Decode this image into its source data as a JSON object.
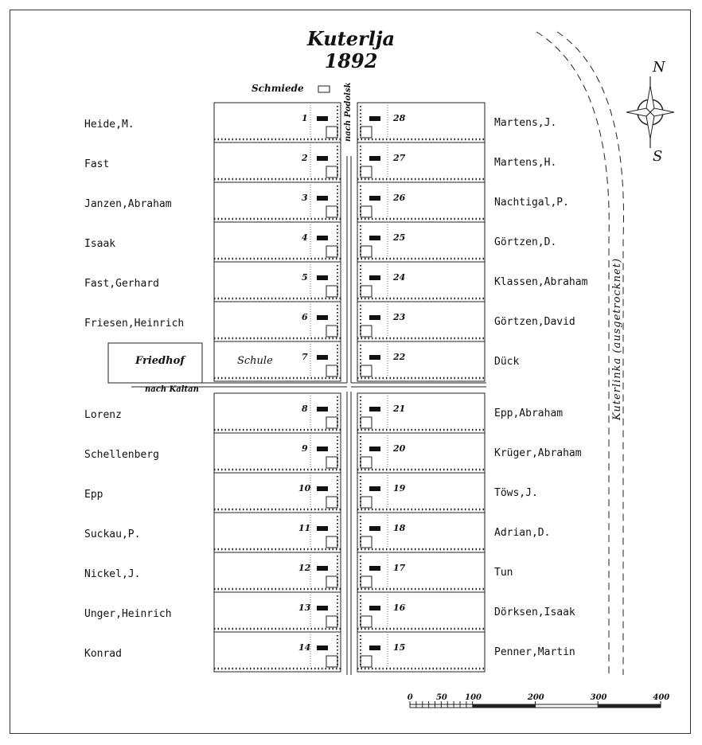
{
  "title": "Kuterlja",
  "year": "1892",
  "labels": {
    "schmiede": "Schmiede",
    "road_north": "nach Podolsk",
    "road_west": "nach Kaltan",
    "school": "Schule",
    "cemetery": "Friedhof",
    "river": "Kuterlinka (ausgetrocknet)",
    "north": "N",
    "south": "S"
  },
  "left_plots": [
    {
      "num": "1",
      "owner": "Heide,M."
    },
    {
      "num": "2",
      "owner": "Fast"
    },
    {
      "num": "3",
      "owner": "Janzen,Abraham"
    },
    {
      "num": "4",
      "owner": "Isaak"
    },
    {
      "num": "5",
      "owner": "Fast,Gerhard"
    },
    {
      "num": "6",
      "owner": "Friesen,Heinrich"
    },
    {
      "num": "7",
      "owner": ""
    },
    {
      "num": "8",
      "owner": "Lorenz"
    },
    {
      "num": "9",
      "owner": "Schellenberg"
    },
    {
      "num": "10",
      "owner": "Epp"
    },
    {
      "num": "11",
      "owner": "Suckau,P."
    },
    {
      "num": "12",
      "owner": "Nickel,J."
    },
    {
      "num": "13",
      "owner": "Unger,Heinrich"
    },
    {
      "num": "14",
      "owner": "Konrad"
    }
  ],
  "right_plots": [
    {
      "num": "28",
      "owner": "Martens,J."
    },
    {
      "num": "27",
      "owner": "Martens,H."
    },
    {
      "num": "26",
      "owner": "Nachtigal,P."
    },
    {
      "num": "25",
      "owner": "Görtzen,D."
    },
    {
      "num": "24",
      "owner": "Klassen,Abraham"
    },
    {
      "num": "23",
      "owner": "Görtzen,David"
    },
    {
      "num": "22",
      "owner": "Dück"
    },
    {
      "num": "21",
      "owner": "Epp,Abraham"
    },
    {
      "num": "20",
      "owner": "Krüger,Abraham"
    },
    {
      "num": "19",
      "owner": "Töws,J."
    },
    {
      "num": "18",
      "owner": "Adrian,D."
    },
    {
      "num": "17",
      "owner": "Tun"
    },
    {
      "num": "16",
      "owner": "Dörksen,Isaak"
    },
    {
      "num": "15",
      "owner": "Penner,Martin"
    }
  ],
  "scale_bar": {
    "ticks": [
      "0",
      "50",
      "100",
      "200",
      "300",
      "400"
    ]
  }
}
